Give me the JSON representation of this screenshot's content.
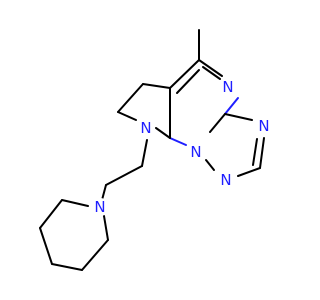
{
  "molecule": {
    "atoms": {
      "n_pyrrolidine": "N",
      "n_pyrimidine_upper": "N",
      "n_bridge": "N",
      "n_triazole_upper": "N",
      "n_triazole_lower": "N",
      "n_piperidine": "N"
    }
  },
  "colors": {
    "bond": "#000000",
    "nitrogen": "#1f1fff",
    "background": "#ffffff"
  }
}
